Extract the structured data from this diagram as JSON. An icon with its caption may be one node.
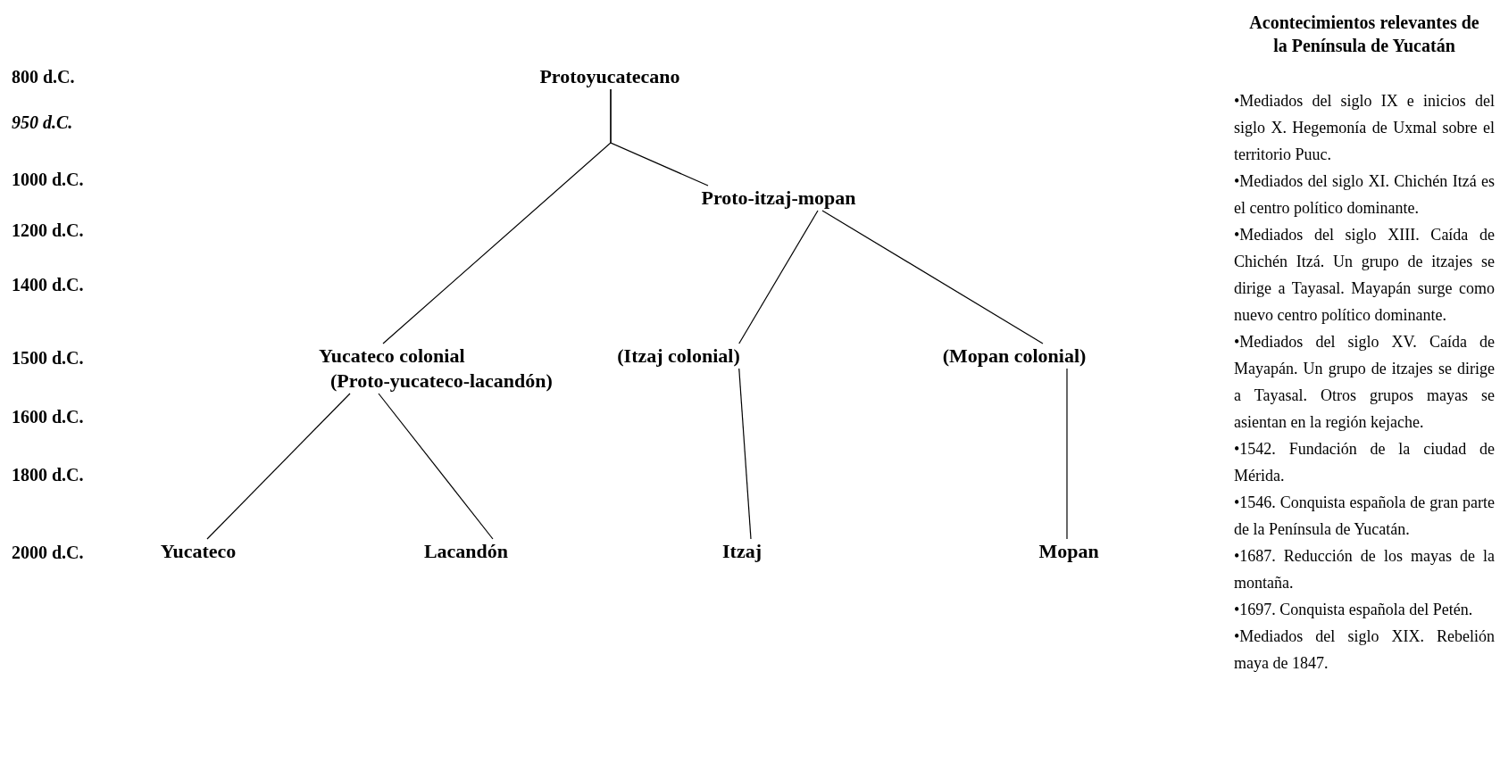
{
  "diagram": {
    "nodes": [
      {
        "text": [
          "Protoyucatecano"
        ]
      },
      {
        "text": [
          "Proto-itzaj-mopan"
        ]
      },
      {
        "text": [
          "Yucateco colonial",
          "(Proto-yucateco-lacandón)"
        ]
      },
      {
        "text": [
          "(Itzaj colonial)"
        ]
      },
      {
        "text": [
          "(Mopan colonial)"
        ]
      },
      {
        "text": [
          "Yucateco"
        ]
      },
      {
        "text": [
          "Lacandón"
        ]
      },
      {
        "text": [
          "Itzaj"
        ]
      },
      {
        "text": [
          "Mopan"
        ]
      }
    ],
    "edges": [
      {
        "from": 0,
        "to": 2,
        "arrow": "none"
      },
      {
        "from": 0,
        "to": 1,
        "arrow": "none"
      },
      {
        "from": 1,
        "to": 3,
        "arrow": "none"
      },
      {
        "from": 1,
        "to": 4,
        "arrow": "none"
      },
      {
        "from": 2,
        "to": 5,
        "arrow": "none"
      },
      {
        "from": 2,
        "to": 6,
        "arrow": "none"
      },
      {
        "from": 3,
        "to": 7,
        "arrow": "none"
      },
      {
        "from": 4,
        "to": 8,
        "arrow": "none"
      }
    ],
    "labels": [
      "800 d.C.",
      "950 d.C.",
      "1000 d.C.",
      "1200 d.C.",
      "1400 d.C.",
      "1500 d.C.",
      "1600 d.C.",
      "1800 d.C.",
      "2000 d.C.",
      "Acontecimientos relevantes de la Península de Yucatán",
      "•Mediados del siglo IX e inicios del siglo X. Hegemonía de Uxmal sobre el territorio Puuc.",
      "•Mediados del siglo XI. Chichén Itzá es el centro político dominante.",
      "•Mediados del siglo XIII. Caída de Chichén Itzá. Un grupo de itzajes se dirige a Tayasal. Mayapán surge como nuevo centro político dominante.",
      "•Mediados del siglo XV. Caída de Mayapán. Un grupo de itzajes se dirige a Tayasal. Otros grupos mayas se asientan en la región kejache.",
      "•1542. Fundación de la ciudad de Mérida.",
      "•1546. Conquista española de gran parte de la Península de Yucatán.",
      "•1687. Reducción de los mayas de la montaña.",
      "•1697. Conquista española del Petén.",
      "•Mediados del siglo XIX. Rebelión maya de 1847."
    ]
  }
}
